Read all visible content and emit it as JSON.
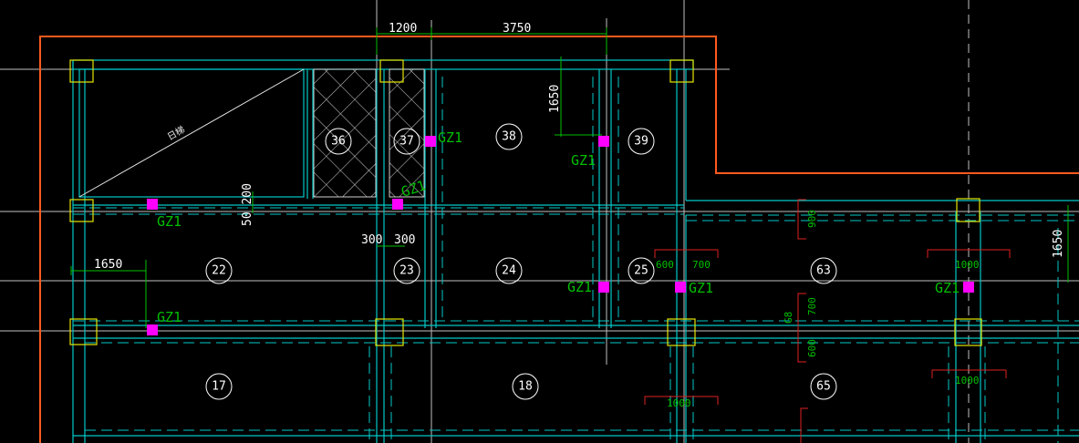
{
  "colors": {
    "background": "#000000",
    "wall": "#00c8c8",
    "outline": "#ff5a1e",
    "column": "#e6e600",
    "gz": "#ff00ff",
    "dimension_green": "#00c000",
    "dimension_red": "#e02020",
    "text": "#ffffff"
  },
  "dimensions": {
    "top_left": "1200",
    "top_right": "3750",
    "vertical_1650": "1650",
    "vertical_50_200": "50 200",
    "left_1650": "1650",
    "d300_a": "300",
    "d300_b": "300",
    "right_1650": "1650",
    "small_600": "600",
    "small_700": "700",
    "d900": "900",
    "d700": "700",
    "d600": "600",
    "d1000_a": "1000",
    "d1000_b": "1000",
    "d1000_c": "1000",
    "g8": "G8"
  },
  "stair_label": "日梯",
  "gz_label": "GZ1",
  "rooms": [
    "36",
    "37",
    "38",
    "39",
    "22",
    "23",
    "24",
    "25",
    "63",
    "17",
    "18",
    "65"
  ]
}
